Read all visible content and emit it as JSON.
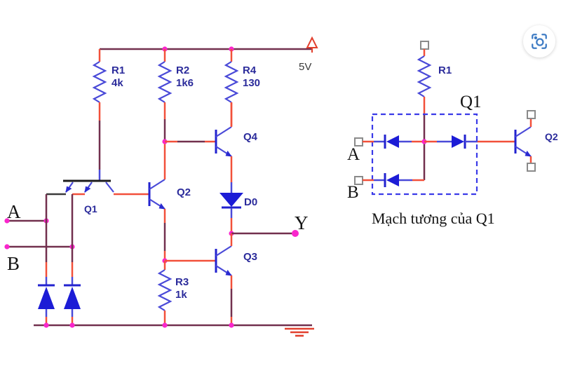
{
  "colors": {
    "wire_dark": "#72304e",
    "wire_red": "#f2503a",
    "component_blue": "#4a4ad8",
    "diode_fill_blue": "#1c1cd6",
    "junction_magenta": "#f926cc",
    "label_navy": "#2b2b9b",
    "label_black": "#141414",
    "terminal_gray": "#8a8a8a",
    "supply_ground_red": "#e2402e",
    "lens_icon_blue": "#3f7cc4"
  },
  "left_circuit": {
    "supply": {
      "label": "5V"
    },
    "resistors": [
      {
        "ref": "R1",
        "value": "4k"
      },
      {
        "ref": "R2",
        "value": "1k6"
      },
      {
        "ref": "R4",
        "value": "130"
      },
      {
        "ref": "R3",
        "value": "1k"
      }
    ],
    "transistors": [
      {
        "ref": "Q1"
      },
      {
        "ref": "Q2"
      },
      {
        "ref": "Q4"
      },
      {
        "ref": "Q3"
      }
    ],
    "diode": {
      "ref": "D0"
    },
    "inputs": [
      {
        "label": "A"
      },
      {
        "label": "B"
      }
    ],
    "output": {
      "label": "Y"
    }
  },
  "right_circuit": {
    "resistor": {
      "ref": "R1"
    },
    "box_label": "Q1",
    "transistor": {
      "ref": "Q2"
    },
    "inputs": [
      {
        "label": "A"
      },
      {
        "label": "B"
      }
    ],
    "caption": "Mạch tương của Q1"
  },
  "lens_button": {
    "icon": "image-search-lens-icon"
  }
}
